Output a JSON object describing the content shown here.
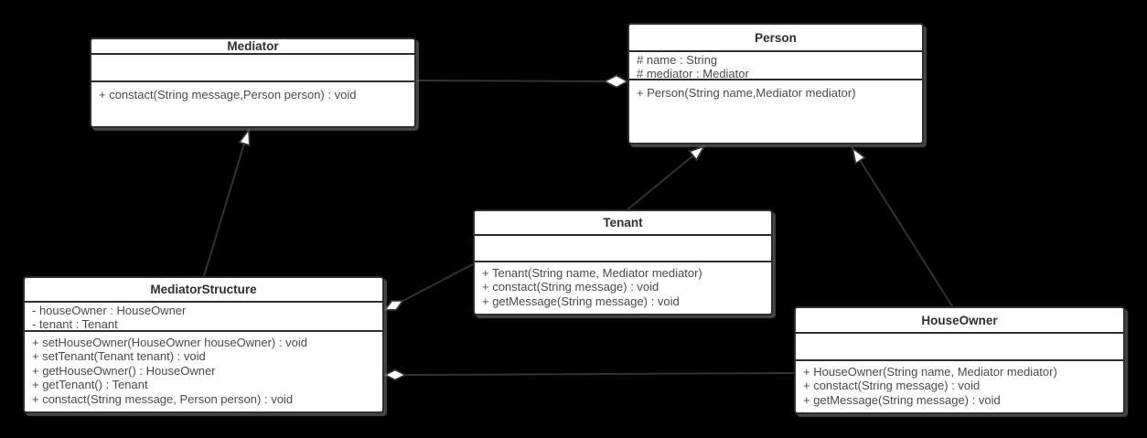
{
  "diagram": {
    "title": "Mediator pattern UML class diagram",
    "colors": {
      "background": "#000000",
      "box_fill": "#ffffff",
      "border": "#2d2d2d",
      "line": "#333333",
      "body_text": "#4a4a4a",
      "title_text": "#2e2e2e"
    }
  },
  "classes": [
    {
      "name": "Mediator",
      "attributes": [],
      "methods": [
        "+ constact(String message,Person person) : void"
      ]
    },
    {
      "name": "Person",
      "attributes": [
        "# name : String",
        "# mediator : Mediator"
      ],
      "methods": [
        "+ Person(String name,Mediator mediator)"
      ]
    },
    {
      "name": "Tenant",
      "attributes": [],
      "methods": [
        "+ Tenant(String name, Mediator mediator)",
        "+ constact(String message) : void",
        "+ getMessage(String message) : void"
      ]
    },
    {
      "name": "MediatorStructure",
      "attributes": [
        "- houseOwner : HouseOwner",
        "- tenant : Tenant"
      ],
      "methods": [
        "+ setHouseOwner(HouseOwner houseOwner) : void",
        "+ setTenant(Tenant tenant) : void",
        "+ getHouseOwner() : HouseOwner",
        "+ getTenant() : Tenant",
        "+ constact(String message, Person person) : void"
      ]
    },
    {
      "name": "HouseOwner",
      "attributes": [],
      "methods": [
        "+ HouseOwner(String name, Mediator mediator)",
        "+ constact(String message) : void",
        "+ getMessage(String message) : void"
      ]
    }
  ],
  "relationships": [
    {
      "type": "aggregation",
      "from": "Mediator",
      "to": "Person",
      "diamond_at": "Person"
    },
    {
      "type": "generalization",
      "from": "MediatorStructure",
      "to": "Mediator"
    },
    {
      "type": "generalization",
      "from": "Tenant",
      "to": "Person"
    },
    {
      "type": "generalization",
      "from": "HouseOwner",
      "to": "Person"
    },
    {
      "type": "aggregation",
      "from": "Tenant",
      "to": "MediatorStructure",
      "diamond_at": "MediatorStructure"
    },
    {
      "type": "aggregation",
      "from": "HouseOwner",
      "to": "MediatorStructure",
      "diamond_at": "MediatorStructure"
    }
  ]
}
